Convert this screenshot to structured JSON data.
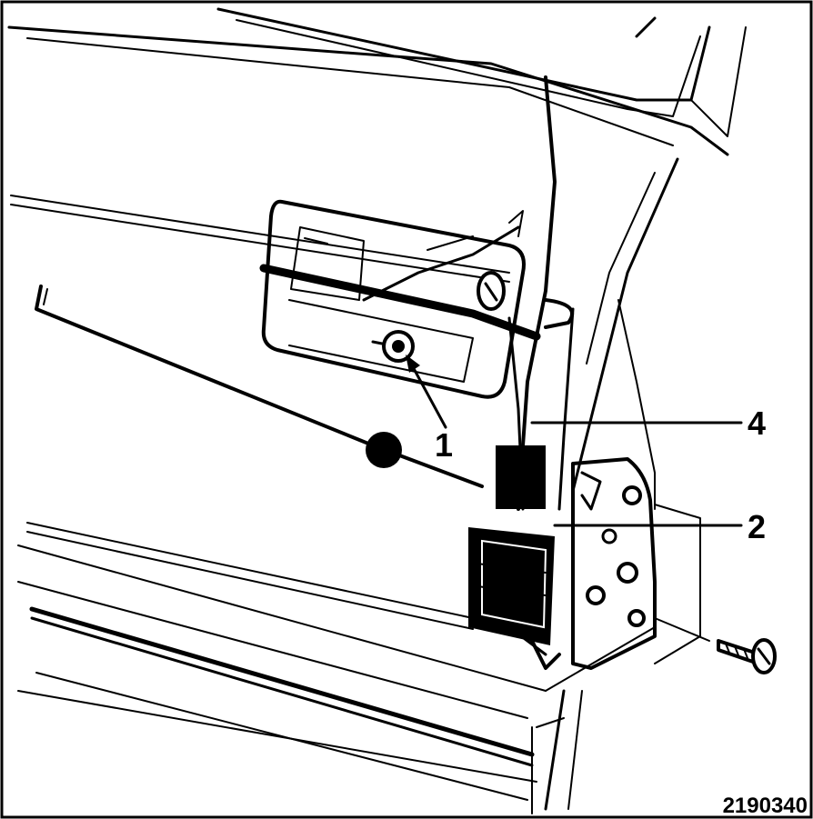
{
  "diagram": {
    "callouts": [
      {
        "id": "callout-1",
        "label": "1"
      },
      {
        "id": "callout-4",
        "label": "4"
      },
      {
        "id": "callout-2",
        "label": "2"
      }
    ],
    "reference_number": "2190340"
  }
}
